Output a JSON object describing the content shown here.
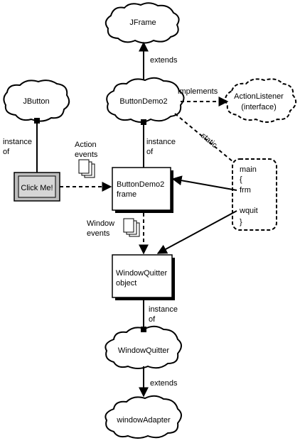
{
  "nodes": {
    "jframe": "JFrame",
    "buttondemo2": "ButtonDemo2",
    "actionlistener_1": "ActionListener",
    "actionlistener_2": "(interface)",
    "jbutton": "JButton",
    "click_me": "Click Me!",
    "frame_1": "ButtonDemo2",
    "frame_2": "frame",
    "wq_object_1": "WindowQuitter",
    "wq_object_2": "object",
    "windowquitter": "WindowQuitter",
    "windowadapter": "windowAdapter"
  },
  "main_box": {
    "line1": "main",
    "line2": "{",
    "line3": "frm",
    "line4": "wquit",
    "line5": "}"
  },
  "edges": {
    "extends_top": "extends",
    "implements": "implements",
    "static": "static",
    "instance_jbutton_1": "instance",
    "instance_jbutton_2": "of",
    "instance_frame_1": "instance",
    "instance_frame_2": "of",
    "action_events_1": "Action",
    "action_events_2": "events",
    "window_events_1": "Window",
    "window_events_2": "events",
    "instance_wq_1": "instance",
    "instance_wq_2": "of",
    "extends_bottom": "extends"
  }
}
